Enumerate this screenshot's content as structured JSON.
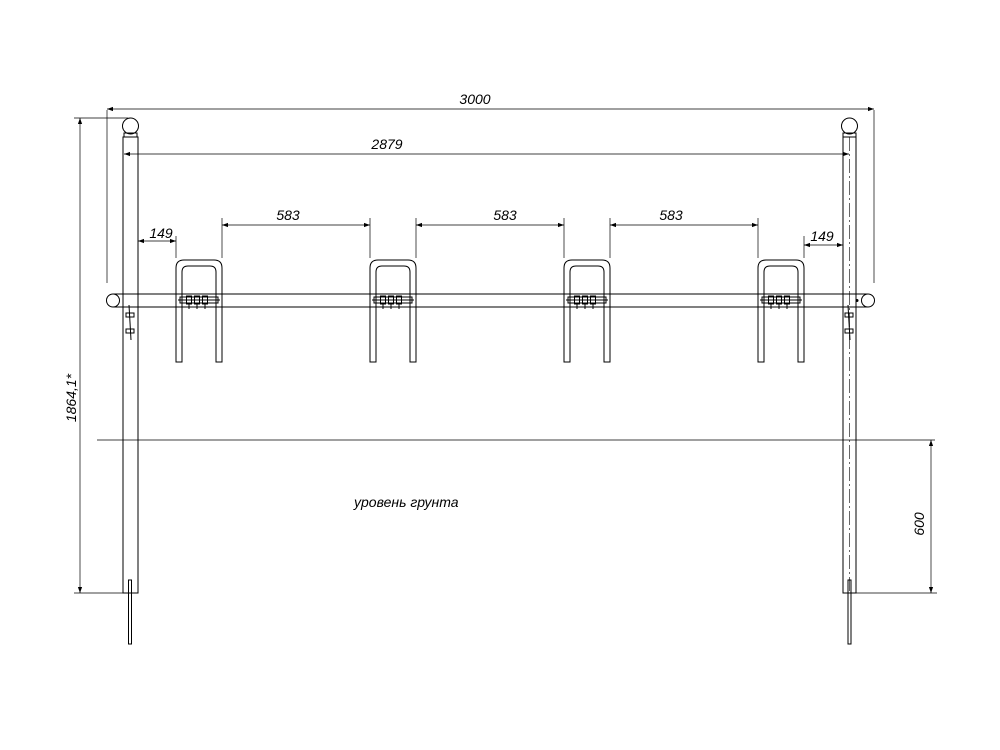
{
  "dimensions": {
    "overall_width": "3000",
    "inner_width": "2879",
    "spacing_1": "583",
    "spacing_2": "583",
    "spacing_3": "583",
    "end_offset_left": "149",
    "end_offset_right": "149",
    "total_height": "1864,1*",
    "depth_in_ground": "600"
  },
  "labels": {
    "ground_level": "уровень грунта"
  },
  "colors": {
    "line": "#000000",
    "background": "#ffffff"
  }
}
